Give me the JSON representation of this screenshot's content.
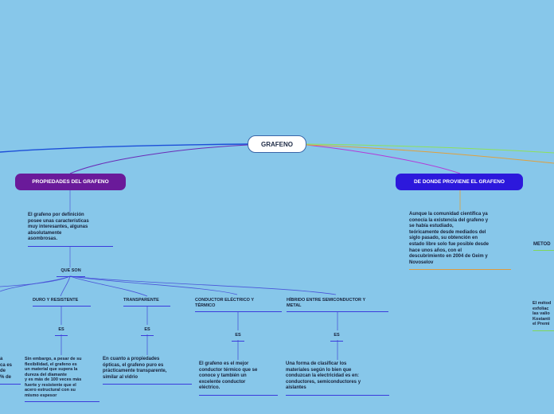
{
  "central_topic": "GRAFENO",
  "branches": {
    "properties": {
      "title": "PROPIEDADES DEL GRAFENO",
      "definition": "El grafeno por definición\nposee unas características\nmuy interesantes, algunas\nabsolutamente\nasombrosas.",
      "que_son_label": "QUE SON",
      "sub_items": [
        {
          "title": "DURO Y RESISTENTE",
          "es_label": "ES",
          "detail": "Sin embargo, a pesar de su\nflexibilidad, el grafeno es\nun material que supera la\ndureza del diamante\ny es más de 100 veces más\nfuerte y resistente que el\nacero estructural con su\nmismo espesor"
        },
        {
          "title": "TRANSPARENTE",
          "es_label": "ES",
          "detail": "En cuanto a propiedades\nópticas, el grafeno puro es\nprácticamente transparente,\nsimilar al vidrio"
        },
        {
          "title": "CONDUCTOR ELÉCTRICO Y\nTÉRMICO",
          "es_label": "ES",
          "detail": "El grafeno es el mejor\nconductor térmico que se\nconoce y también un\nexcelente conductor\neléctrico."
        },
        {
          "title": "HÍBRIDO ENTRE SEMICONDUCTOR Y\nMETAL",
          "es_label": "ES",
          "detail": "Una forma de clasificar los\nmateriales según lo bien que\nconduzcan la electricidad es en:\nconductores, semiconductores y\naislantes"
        }
      ],
      "left_partial_text": "a\nca es\nde\n% de"
    },
    "origin": {
      "title": "DE DONDE PROVIENE EL GRAFENO",
      "detail": "Aunque la comunidad científica ya\nconocía la existencia del grafeno y\nse había estudiado,\nteóricamente desde mediados del\nsiglo pasado, su obtención en\nestado libre solo fue posible desde\nhace unos años, con el\ndescubrimiento en 2004 de Geim y\nNovoselov"
    },
    "method": {
      "title_partial": "METOD",
      "detail_partial": "El métod\nexfoliac\nlas valio\nKostanti\nel Premi"
    }
  },
  "colors": {
    "background": "#87c7ea",
    "properties_pill": "#6a1a9a",
    "origin_pill": "#2c18dc",
    "underline_blue": "#3b3bdc",
    "underline_orange": "#e09a3c",
    "underline_green": "#7fd65a"
  }
}
